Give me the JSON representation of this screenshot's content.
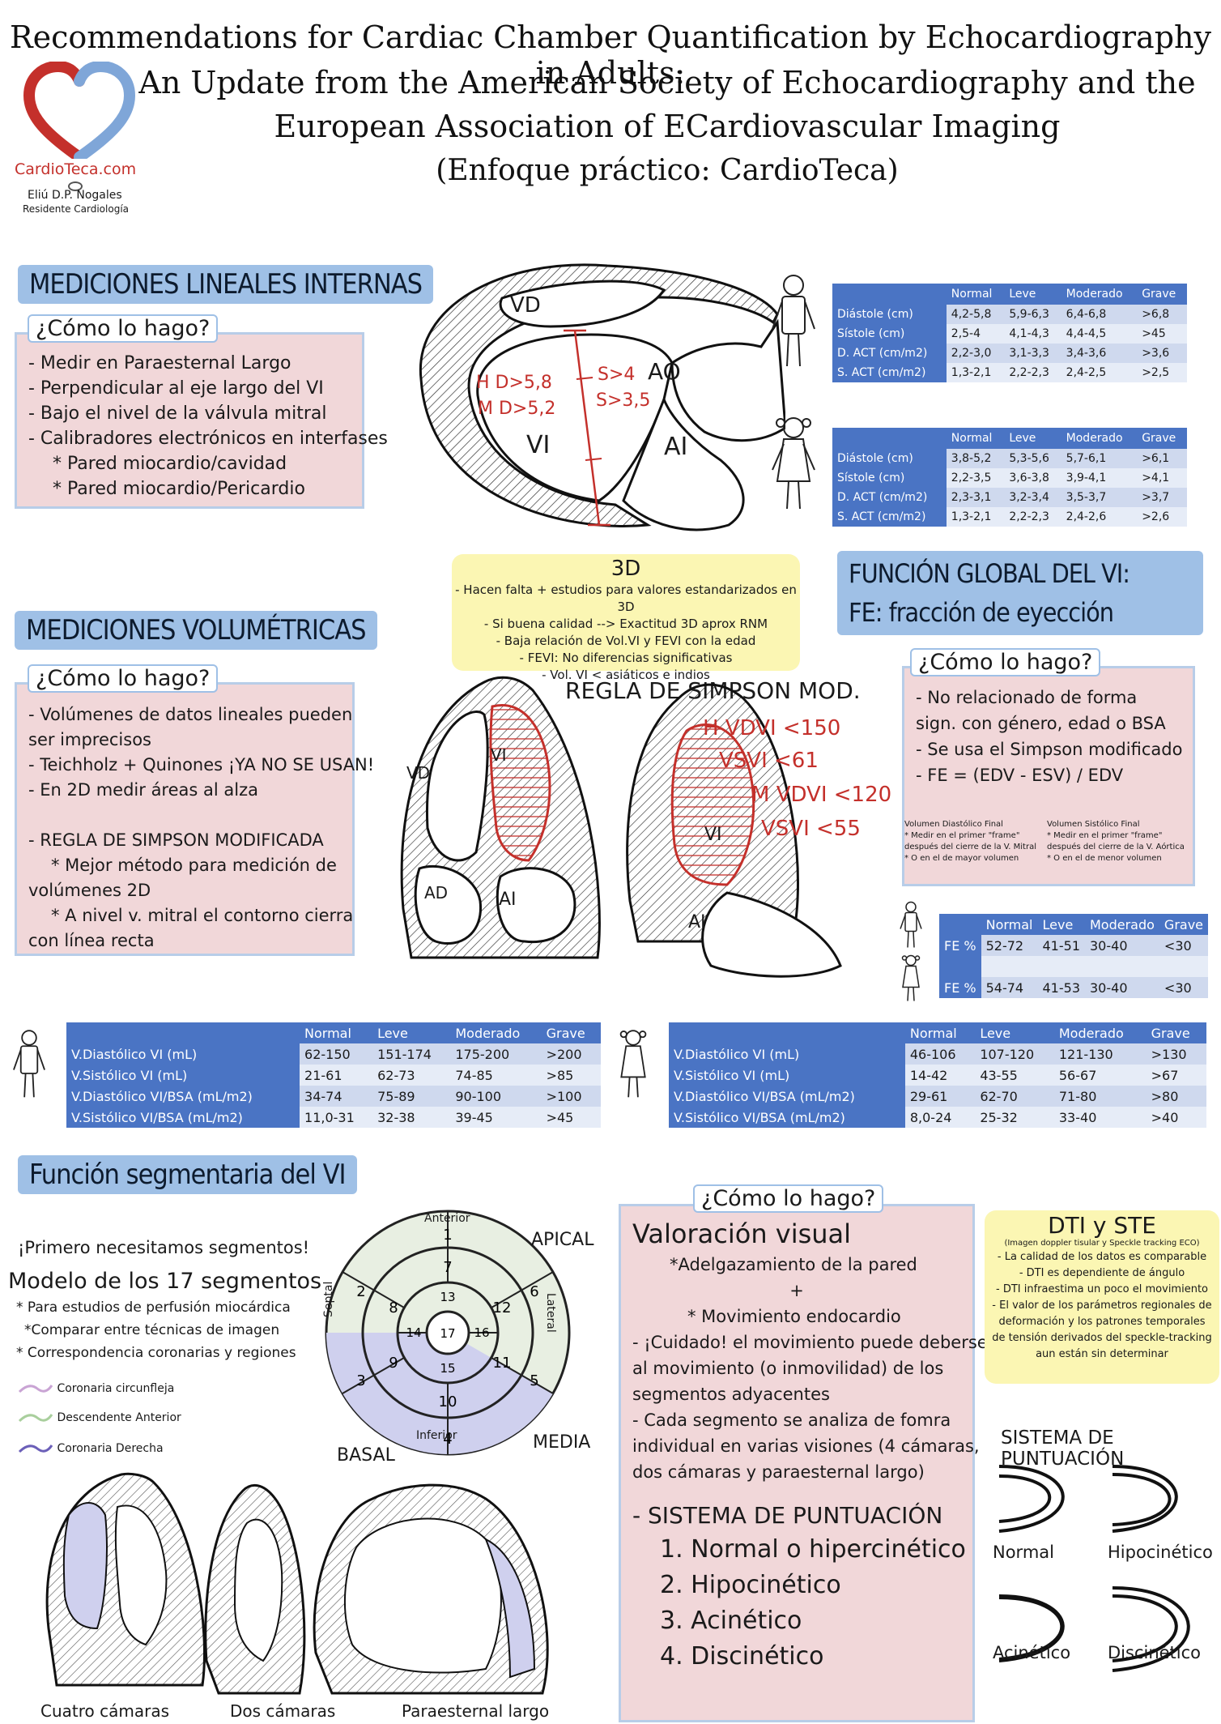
{
  "header": {
    "title_line1": "Recommendations for Cardiac Chamber Quantification  by Echocardiography in Adults:",
    "title_line2": "An Update from the American Society of Echocardiography  and the",
    "title_line3": "European Association of ECardiovascular Imaging",
    "title_line4": "(Enfoque práctico: CardioTeca)",
    "logo_text": "CardioTeca.com",
    "author": "Eliú D.P. Nogales",
    "author_role": "Residente Cardiología"
  },
  "lineales": {
    "banner": "MEDICIONES LINEALES INTERNAS",
    "howto": "¿Cómo lo hago?",
    "items": [
      "- Medir en Paraesternal Largo",
      "- Perpendicular al eje largo del VI",
      "- Bajo el nivel de la válvula mitral",
      "- Calibradores electrónicos en interfases",
      "* Pared miocardio/cavidad",
      "* Pared miocardio/Pericardio"
    ],
    "diagram_labels": {
      "vd": "VD",
      "ao": "AO",
      "vi": "VI",
      "ai": "AI",
      "hd": "H D>5,8",
      "md": "M D>5,2",
      "s1": "S>4",
      "s2": "S>3,5"
    }
  },
  "lineal_tables": {
    "headers": [
      "",
      "Normal",
      "Leve",
      "Moderado",
      "Grave"
    ],
    "male": [
      [
        "Diástole (cm)",
        "4,2-5,8",
        "5,9-6,3",
        "6,4-6,8",
        ">6,8"
      ],
      [
        "Sístole (cm)",
        "2,5-4",
        "4,1-4,3",
        "4,4-4,5",
        ">45"
      ],
      [
        "D. ACT (cm/m2)",
        "2,2-3,0",
        "3,1-3,3",
        "3,4-3,6",
        ">3,6"
      ],
      [
        "S. ACT (cm/m2)",
        "1,3-2,1",
        "2,2-2,3",
        "2,4-2,5",
        ">2,5"
      ]
    ],
    "female": [
      [
        "Diástole (cm)",
        "3,8-5,2",
        "5,3-5,6",
        "5,7-6,1",
        ">6,1"
      ],
      [
        "Sístole (cm)",
        "2,2-3,5",
        "3,6-3,8",
        "3,9-4,1",
        ">4,1"
      ],
      [
        "D. ACT (cm/m2)",
        "2,3-3,1",
        "3,2-3,4",
        "3,5-3,7",
        ">3,7"
      ],
      [
        "S. ACT (cm/m2)",
        "1,3-2,1",
        "2,2-2,3",
        "2,4-2,6",
        ">2,6"
      ]
    ]
  },
  "tresd": {
    "title": "3D",
    "items": [
      "- Hacen falta + estudios para valores estandarizados en 3D",
      "- Si buena calidad --> Exactitud 3D aprox RNM",
      "- Baja relación de Vol.VI y FEVI con la edad",
      "- FEVI: No diferencias significativas",
      "- Vol. VI < asiáticos e indios"
    ]
  },
  "volumetricas": {
    "banner": "MEDICIONES VOLUMÉTRICAS",
    "howto": "¿Cómo lo hago?",
    "items": [
      "- Volúmenes de datos lineales pueden",
      "ser imprecisos",
      "- Teichholz + Quinones ¡YA NO SE USAN!",
      "- En 2D medir áreas al alza",
      "",
      "- REGLA DE SIMPSON MODIFICADA",
      "* Mejor método para medición de",
      "volúmenes 2D",
      "* A nivel v. mitral el contorno cierra",
      "con línea recta"
    ],
    "simpson_title": "REGLA DE SIMPSON MOD.",
    "simpson_values": [
      "H VDVI <150",
      "VSVI <61",
      "M VDVI <120",
      "VSVI <55"
    ],
    "diagram_labels": {
      "vd": "VD",
      "vi": "VI",
      "ad": "AD",
      "ai": "AI",
      "ai2": "AI",
      "vi2": "VI"
    }
  },
  "funcion_global": {
    "banner_line1": "FUNCIÓN GLOBAL DEL VI:",
    "banner_line2": "FE: fracción de eyección",
    "howto": "¿Cómo lo hago?",
    "items": [
      "- No relacionado de forma",
      "sign. con género, edad o BSA",
      "- Se usa el Simpson modificado",
      "- FE = (EDV - ESV) / EDV"
    ],
    "edv_note": [
      "Volumen Diastólico Final",
      "* Medir en el primer \"frame\"",
      "después del cierre de la V. Mitral",
      "* O en el de mayor volumen"
    ],
    "esv_note": [
      "Volumen Sistólico Final",
      "* Medir en el primer \"frame\"",
      "después del cierre de la V. Aórtica",
      "* O en el de menor volumen"
    ],
    "fe_table": {
      "headers": [
        "",
        "Normal",
        "Leve",
        "Moderado",
        "Grave"
      ],
      "rows": [
        [
          "FE %",
          "52-72",
          "41-51",
          "30-40",
          "<30"
        ],
        [
          "FE %",
          "54-74",
          "41-53",
          "30-40",
          "<30"
        ]
      ]
    }
  },
  "vol_tables": {
    "headers": [
      "",
      "Normal",
      "Leve",
      "Moderado",
      "Grave"
    ],
    "male": [
      [
        "V.Diastólico VI (mL)",
        "62-150",
        "151-174",
        "175-200",
        ">200"
      ],
      [
        "V.Sistólico VI (mL)",
        "21-61",
        "62-73",
        "74-85",
        ">85"
      ],
      [
        "V.Diastólico VI/BSA (mL/m2)",
        "34-74",
        "75-89",
        "90-100",
        ">100"
      ],
      [
        "V.Sistólico VI/BSA (mL/m2)",
        "11,0-31",
        "32-38",
        "39-45",
        ">45"
      ]
    ],
    "female": [
      [
        "V.Diastólico VI (mL)",
        "46-106",
        "107-120",
        "121-130",
        ">130"
      ],
      [
        "V.Sistólico VI (mL)",
        "14-42",
        "43-55",
        "56-67",
        ">67"
      ],
      [
        "V.Diastólico VI/BSA (mL/m2)",
        "29-61",
        "62-70",
        "71-80",
        ">80"
      ],
      [
        "V.Sistólico VI/BSA (mL/m2)",
        "8,0-24",
        "25-32",
        "33-40",
        ">40"
      ]
    ]
  },
  "segmentaria": {
    "banner": "Función segmentaria del VI",
    "first": "¡Primero necesitamos segmentos!",
    "model_title": "Modelo de los 17 segmentos",
    "model_items": [
      "* Para estudios de perfusión miocárdica",
      "*Comparar entre técnicas de imagen",
      "* Correspondencia coronarias y regiones"
    ],
    "legend": [
      "Coronaria circunfleja",
      "Descendente Anterior",
      "Coronaria Derecha"
    ],
    "bullseye_labels": {
      "anterior": "Anterior",
      "inferior": "Inferior",
      "septal": "Septal",
      "lateral": "Lateral",
      "apical": "APICAL",
      "basal": "BASAL",
      "media": "MEDIA"
    },
    "views": [
      "Cuatro cámaras",
      "Dos cámaras",
      "Paraesternal largo"
    ]
  },
  "visual": {
    "howto": "¿Cómo lo hago?",
    "title": "Valoración visual",
    "items": [
      "*Adelgazamiento de la pared",
      "+",
      "* Movimiento endocardio",
      "- ¡Cuidado! el movimiento puede deberse",
      "al movimiento (o inmovilidad) de los",
      "segmentos adyacentes",
      "- Cada segmento se analiza de fomra",
      "individual en varias visiones (4 cámaras,",
      "dos cámaras y paraesternal largo)"
    ],
    "score_title": "- SISTEMA DE PUNTUACIÓN",
    "score_items": [
      "1. Normal o hipercinético",
      "2. Hipocinético",
      "3. Acinético",
      "4. Discinético"
    ]
  },
  "dti": {
    "title": "DTI y STE",
    "items": [
      "(Imagen doppler tisular y Speckle tracking ECO)",
      "- La calidad de los datos es comparable",
      "- DTI es dependiente de ángulo",
      "- DTI infraestima un poco el movimiento",
      "- El valor de los parámetros regionales de",
      "deformación y los patrones temporales",
      "de tensión derivados del speckle-tracking",
      "aun están sin determinar"
    ]
  },
  "puntuacion": {
    "title": "SISTEMA DE PUNTUACIÓN",
    "labels": [
      "Normal",
      "Hipocinético",
      "Acinético",
      "Discinético"
    ]
  }
}
